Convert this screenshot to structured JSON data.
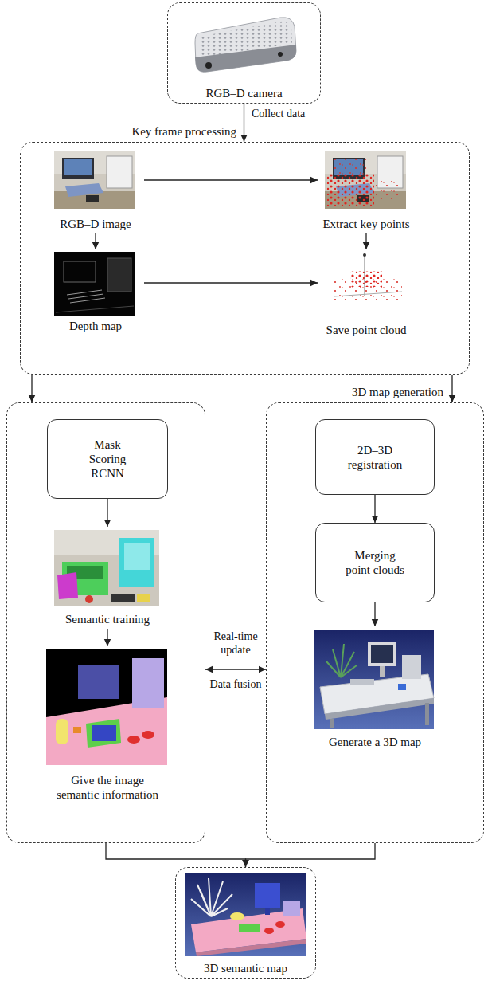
{
  "diagram": {
    "nodes": [
      {
        "text": [
          "RGB–D camera"
        ]
      },
      {
        "text": [
          "Key frame processing"
        ]
      },
      {
        "text": [
          "RGB–D image"
        ],
        "in": 1
      },
      {
        "text": [
          "Extract key points"
        ],
        "in": 1
      },
      {
        "text": [
          "Depth map"
        ],
        "in": 1
      },
      {
        "text": [
          "Save point cloud"
        ],
        "in": 1
      },
      {
        "text": []
      },
      {
        "text": [
          "Mask Scoring RCNN"
        ],
        "in": 6
      },
      {
        "text": [
          "Semantic training"
        ],
        "in": 6
      },
      {
        "text": [
          "Give the image semantic information"
        ],
        "in": 6
      },
      {
        "text": [
          "3D map generation"
        ]
      },
      {
        "text": [
          "2D–3D registration"
        ],
        "in": 10
      },
      {
        "text": [
          "Merging point clouds"
        ],
        "in": 10
      },
      {
        "text": [
          "Generate a 3D map"
        ],
        "in": 10
      },
      {
        "text": [
          "3D semantic map"
        ]
      }
    ],
    "edges": [
      {
        "from": 0,
        "to": 1,
        "label": "Collect data",
        "arrow": "to"
      },
      {
        "from": 2,
        "to": 3,
        "arrow": "to"
      },
      {
        "from": 2,
        "to": 4,
        "arrow": "to"
      },
      {
        "from": 3,
        "to": 5,
        "arrow": "to"
      },
      {
        "from": 4,
        "to": 5,
        "arrow": "to"
      },
      {
        "from": 1,
        "to": 6,
        "arrow": "to"
      },
      {
        "from": 1,
        "to": 10,
        "arrow": "to"
      },
      {
        "from": 7,
        "to": 8,
        "arrow": "to"
      },
      {
        "from": 8,
        "to": 9,
        "arrow": "to"
      },
      {
        "from": 11,
        "to": 12,
        "arrow": "to"
      },
      {
        "from": 12,
        "to": 13,
        "arrow": "to"
      },
      {
        "from": 6,
        "to": 10,
        "label": "Real-time update",
        "arrow": "both"
      },
      {
        "from": 6,
        "to": 14,
        "arrow": "to"
      },
      {
        "from": 10,
        "to": 14,
        "arrow": "to"
      }
    ],
    "labels": [
      "Data fusion"
    ]
  }
}
